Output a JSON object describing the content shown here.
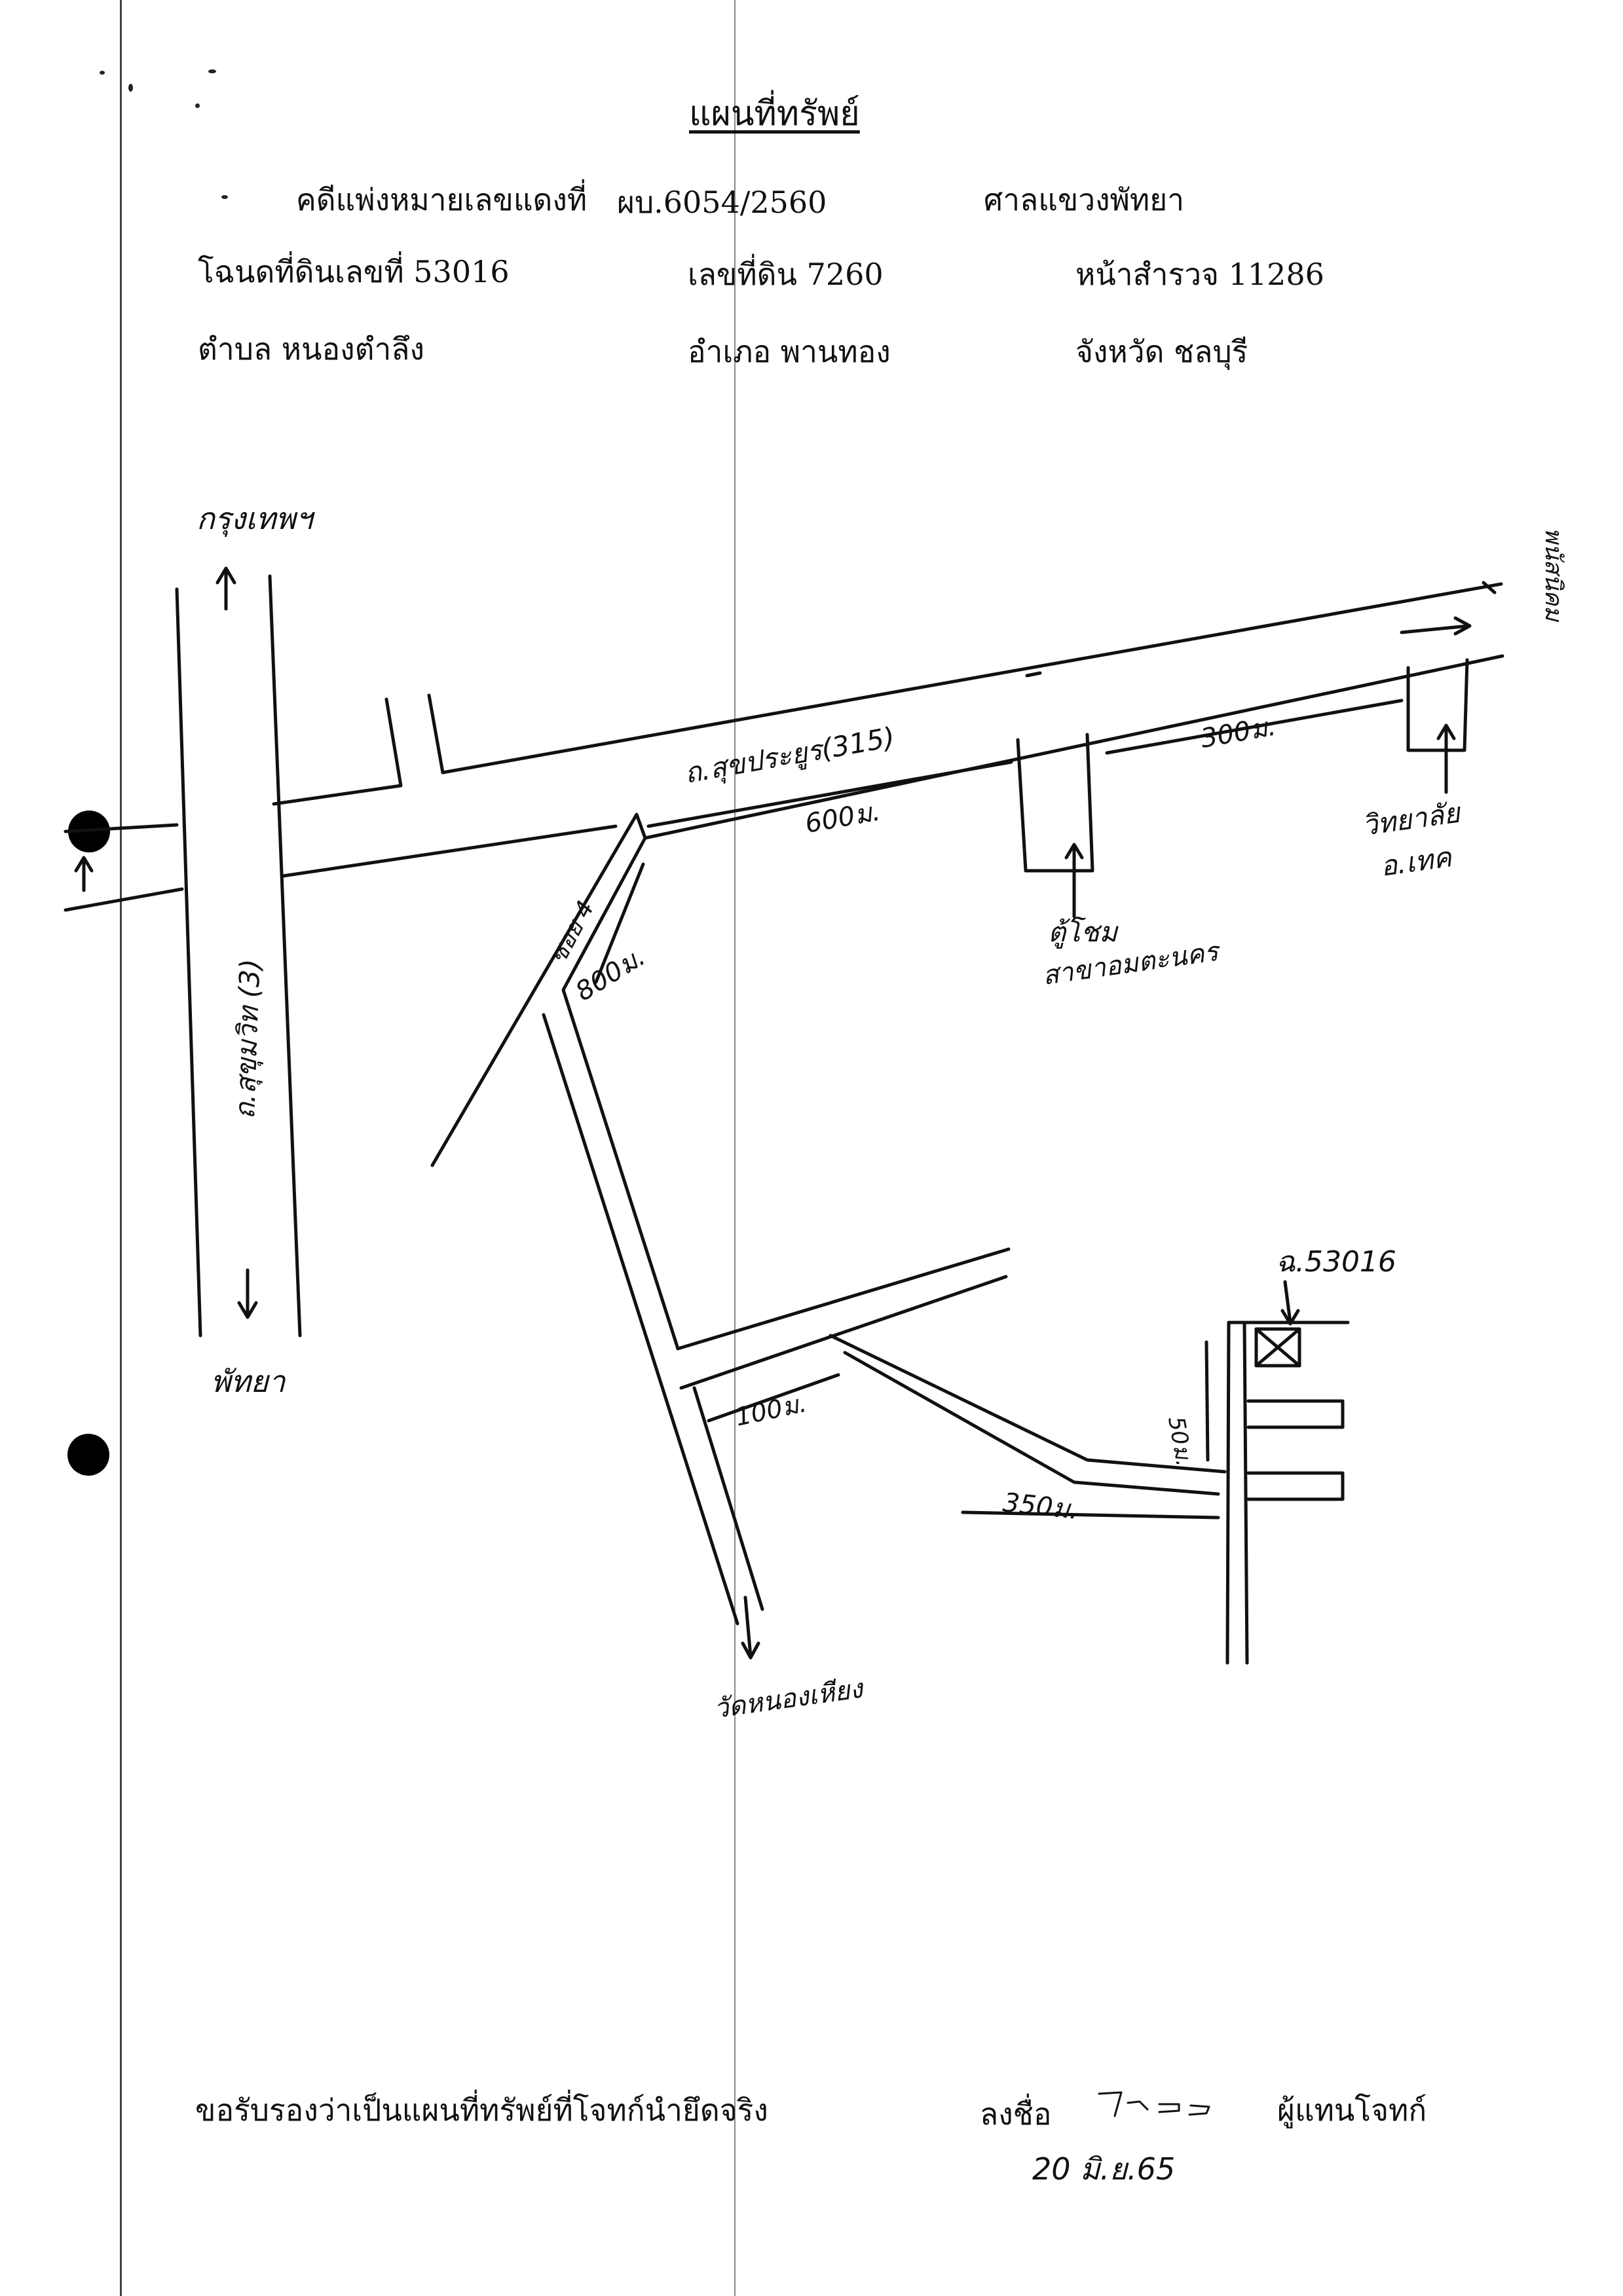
{
  "document": {
    "title": "แผนที่ทรัพย์",
    "rows": [
      {
        "c1": "คดีแพ่งหมายเลขแดงที่",
        "c2": "ผบ.6054/2560",
        "c3": "ศาลแขวงพัทยา"
      },
      {
        "c1": "โฉนดที่ดินเลขที่ 53016",
        "c2": "เลขที่ดิน 7260",
        "c3": "หน้าสำรวจ 11286"
      },
      {
        "c1": "ตำบล หนองตำลึง",
        "c2": "อำเภอ พานทอง",
        "c3": "จังหวัด ชลบุรี"
      }
    ],
    "footer": {
      "certify": "ขอรับรองว่าเป็นแผนที่ทรัพย์ที่โจทก์นำยึดจริง",
      "sign_label": "ลงชื่อ",
      "signer_role": "ผู้แทนโจทก์",
      "date": "20 มิ.ย.65"
    }
  },
  "map": {
    "labels": {
      "to_bangkok": "กรุงเทพฯ",
      "to_pattaya": "พัทยา",
      "highway": "ถ.สุขุมวิท (3)",
      "road_main": "ถ.สุขประยูร(315)",
      "soi": "ซอย 4",
      "dist_600": "600ม.",
      "dist_300": "300ม.",
      "dist_800": "800ม.",
      "dist_100": "100ม.",
      "dist_350": "350ม.",
      "dist_50": "50ม.",
      "landmark_1a": "ตู้โชม",
      "landmark_1b": "สาขาอมตะนคร",
      "landmark_2a": "วิทยาลัย",
      "landmark_2b": "อ.เทค",
      "to_right": "พนัสนิคม",
      "to_bottom": "วัดหนองเหียง",
      "plot": "ฉ.53016"
    }
  }
}
